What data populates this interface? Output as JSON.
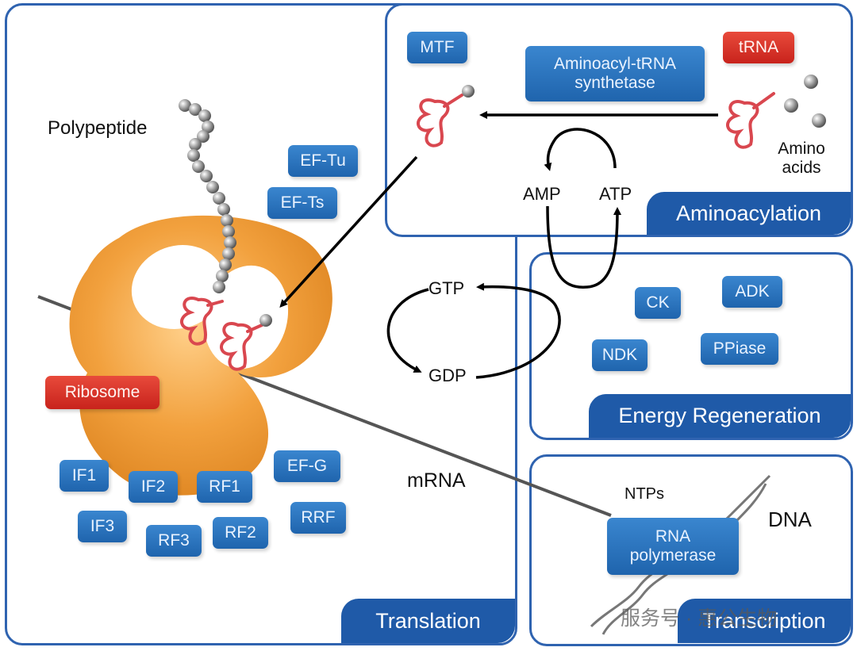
{
  "sections": {
    "translation": "Translation",
    "aminoacylation": "Aminoacylation",
    "energy": "Energy Regeneration",
    "transcription": "Transcription"
  },
  "translation_factors": [
    "IF1",
    "IF2",
    "RF1",
    "EF-G",
    "IF3",
    "RF3",
    "RF2",
    "RRF"
  ],
  "elongation": [
    "EF-Tu",
    "EF-Ts"
  ],
  "labels": {
    "polypeptide": "Polypeptide",
    "ribosome": "Ribosome",
    "mrna": "mRNA",
    "mtf": "MTF",
    "synthetase": "Aminoacyl-tRNA synthetase",
    "trna": "tRNA",
    "amino_acids": "Amino acids",
    "amp": "AMP",
    "atp": "ATP",
    "gtp": "GTP",
    "gdp": "GDP",
    "ntps": "NTPs",
    "dna": "DNA",
    "rna_polymerase": "RNA polymerase"
  },
  "energy_enzymes": [
    "CK",
    "ADK",
    "NDK",
    "PPiase"
  ],
  "watermark": "服务号 · 惠公生物",
  "colors": {
    "panel_border": "#2f63b0",
    "label_fill": "#1f5aa8",
    "ribosome": "#f0a040",
    "trna": "#d9474f",
    "red_chip": "#d7322a"
  }
}
